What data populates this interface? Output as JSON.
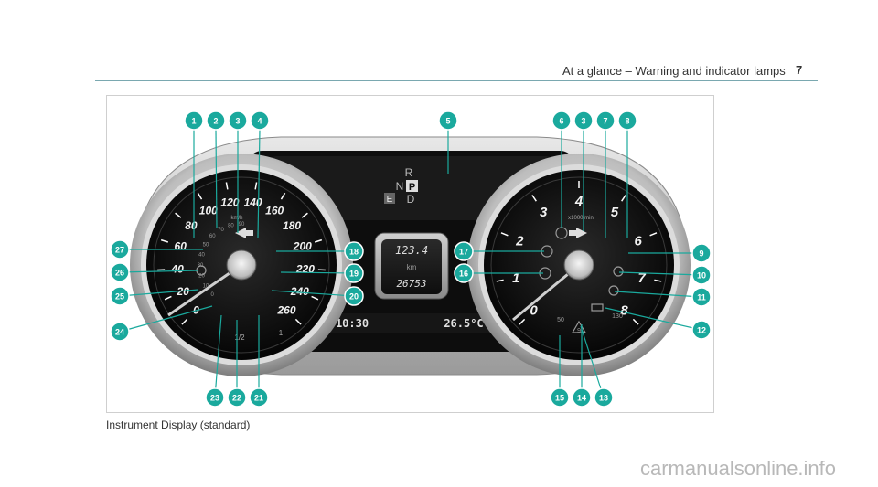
{
  "header": {
    "title": "At a glance – Warning and indicator lamps",
    "page_number": "7"
  },
  "figure": {
    "caption": "Instrument Display (standard)",
    "display": {
      "gear_r": "R",
      "gear_n": "N",
      "gear_p": "P",
      "gear_e": "E",
      "gear_d": "D",
      "trip": "123.4",
      "km_unit": "km",
      "odometer": "26753",
      "time": "10:30",
      "temperature": "26.5°C"
    },
    "speedometer": {
      "unit": "km/h",
      "ticks": [
        "0",
        "20",
        "40",
        "60",
        "80",
        "100",
        "120",
        "140",
        "160",
        "180",
        "200",
        "220",
        "240",
        "260"
      ],
      "inner_ticks": [
        "0",
        "10",
        "20",
        "30",
        "40",
        "50",
        "60",
        "70",
        "80",
        "90"
      ],
      "bottom_label_left": "1/2",
      "bottom_label_right": "1"
    },
    "tachometer": {
      "unit": "x1000/min",
      "ticks": [
        "0",
        "1",
        "2",
        "3",
        "4",
        "5",
        "6",
        "7",
        "8"
      ],
      "inner_ticks": [
        "50",
        "90",
        "130"
      ]
    },
    "callouts": [
      "1",
      "2",
      "3",
      "4",
      "5",
      "6",
      "3",
      "7",
      "8",
      "9",
      "10",
      "11",
      "12",
      "13",
      "14",
      "15",
      "16",
      "17",
      "18",
      "19",
      "20",
      "21",
      "22",
      "23",
      "24",
      "25",
      "26",
      "27"
    ],
    "colors": {
      "callout": "#1aa99d",
      "dial_face": "#0c0c0c",
      "bezel": "#c9c9c9",
      "lcd": "#1b1b1b"
    }
  },
  "watermark": "carmanualsonline.info"
}
